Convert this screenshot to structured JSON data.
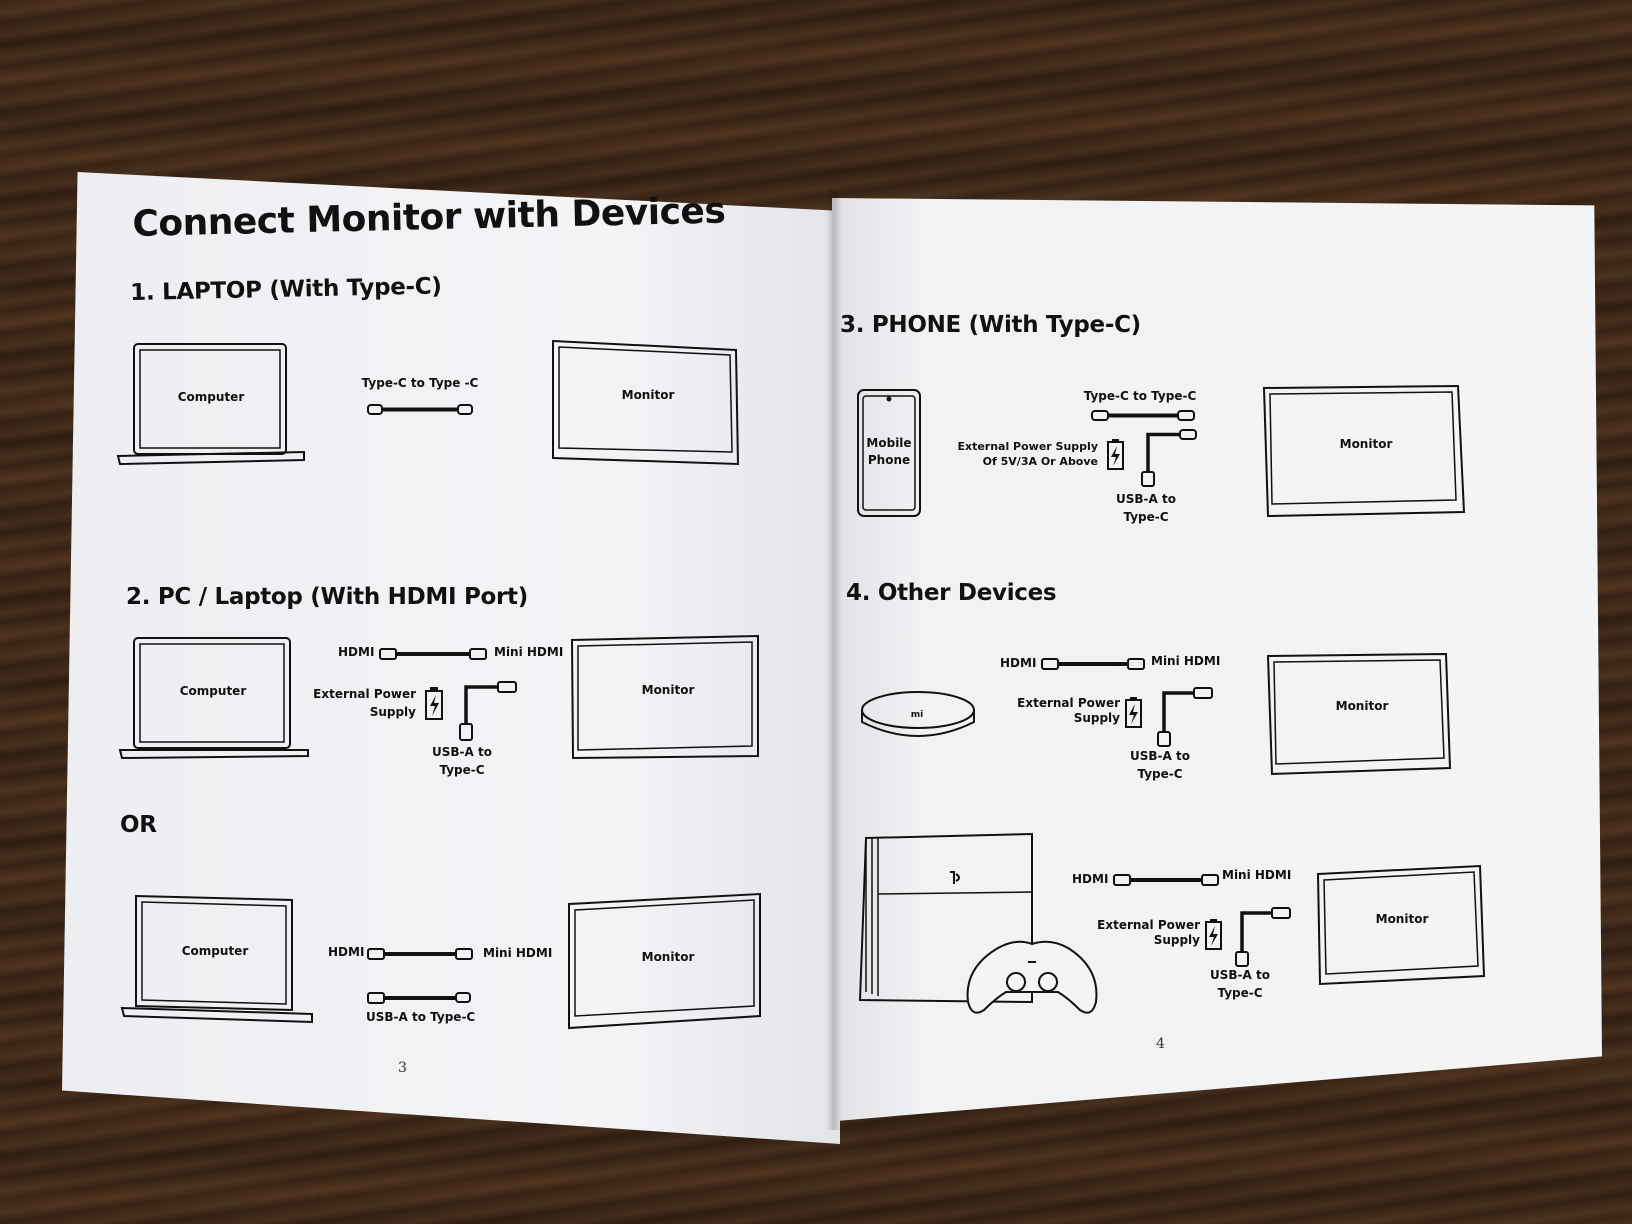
{
  "left_page": {
    "title": "Connect Monitor with Devices",
    "section1": {
      "heading": "1. LAPTOP (With Type-C)",
      "device": "Computer",
      "cable": "Type-C to Type -C",
      "monitor": "Monitor"
    },
    "section2": {
      "heading": "2. PC / Laptop (With HDMI Port)",
      "device": "Computer",
      "hdmi": "HDMI",
      "mini_hdmi": "Mini HDMI",
      "power_line1": "External Power",
      "power_line2": "Supply",
      "usb_line1": "USB-A to",
      "usb_line2": "Type-C",
      "monitor": "Monitor"
    },
    "or_label": "OR",
    "section2b": {
      "device": "Computer",
      "hdmi": "HDMI",
      "mini_hdmi": "Mini HDMI",
      "usb": "USB-A to Type-C",
      "monitor": "Monitor"
    },
    "page_number": "3"
  },
  "right_page": {
    "section3": {
      "heading": "3. PHONE (With Type-C)",
      "device_line1": "Mobile",
      "device_line2": "Phone",
      "cable": "Type-C to Type-C",
      "power_line1": "External Power Supply",
      "power_line2": "Of 5V/3A Or Above",
      "usb_line1": "USB-A to",
      "usb_line2": "Type-C",
      "monitor": "Monitor"
    },
    "section4": {
      "heading": "4. Other Devices",
      "tvbox_logo": "mi",
      "hdmi": "HDMI",
      "mini_hdmi": "Mini HDMI",
      "power_line1": "External Power",
      "power_line2": "Supply",
      "usb_line1": "USB-A to",
      "usb_line2": "Type-C",
      "monitor": "Monitor"
    },
    "section4b": {
      "hdmi": "HDMI",
      "mini_hdmi": "Mini HDMI",
      "power_line1": "External Power",
      "power_line2": "Supply",
      "usb_line1": "USB-A to",
      "usb_line2": "Type-C",
      "monitor": "Monitor"
    },
    "page_number": "4"
  }
}
